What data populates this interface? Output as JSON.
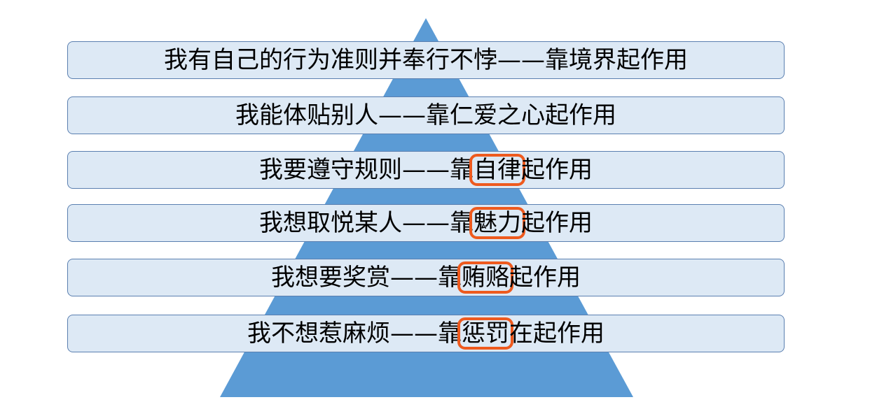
{
  "colors": {
    "pyramid": "#5b9bd5",
    "bar_fill": "#dde9f5",
    "bar_border": "#5a7fb0",
    "highlight": "#ee5a1e"
  },
  "rows": [
    {
      "pre": "我有自己的行为准则并奉行不悖——靠境界起作用",
      "hl": "",
      "post": ""
    },
    {
      "pre": "我能体贴别人——靠仁爱之心起作用",
      "hl": "",
      "post": ""
    },
    {
      "pre": "我要遵守规则——靠",
      "hl": "自律",
      "post": "起作用"
    },
    {
      "pre": "我想取悦某人——靠",
      "hl": "魅力",
      "post": "起作用"
    },
    {
      "pre": "我想要奖赏——靠",
      "hl": "贿赂",
      "post": "起作用"
    },
    {
      "pre": "我不想惹麻烦——靠",
      "hl": "惩罚",
      "post": "在起作用"
    }
  ]
}
